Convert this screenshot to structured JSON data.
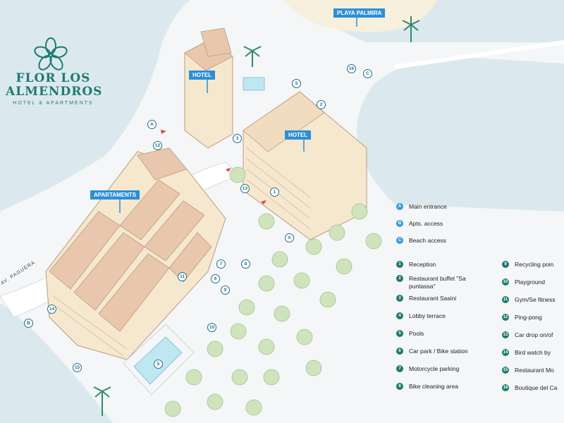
{
  "brand": {
    "name_line1": "FLOR LOS",
    "name_line2": "ALMENDROS",
    "subtitle": "HOTEL & APARTMENTS",
    "color": "#1e7a73"
  },
  "colors": {
    "sea": "#dbe9ee",
    "land": "#f4f6f7",
    "hotel": "#f6e7cf",
    "roof": "#e9c7ad",
    "tree": "#cfe3bd",
    "pool": "#bfe7f1",
    "label_bg": "#2c8fd6"
  },
  "labels": {
    "hotel_small": "HOTEL",
    "hotel_main": "HOTEL",
    "apartments": "APARTAMENTS",
    "beach": "PLAYA PALMIRA"
  },
  "street_name": "AV. PAGUERA",
  "map_markers": [
    {
      "id": "A",
      "kind": "letter"
    },
    {
      "id": "12",
      "kind": "number"
    },
    {
      "id": "3",
      "kind": "number"
    },
    {
      "id": "5",
      "kind": "number"
    },
    {
      "id": "2",
      "kind": "number"
    },
    {
      "id": "16",
      "kind": "number"
    },
    {
      "id": "C",
      "kind": "letter"
    },
    {
      "id": "13",
      "kind": "number"
    },
    {
      "id": "1",
      "kind": "number"
    },
    {
      "id": "A",
      "kind": "letter"
    },
    {
      "id": "7",
      "kind": "number"
    },
    {
      "id": "8",
      "kind": "number"
    },
    {
      "id": "11",
      "kind": "number"
    },
    {
      "id": "6",
      "kind": "number"
    },
    {
      "id": "9",
      "kind": "number"
    },
    {
      "id": "10",
      "kind": "number"
    },
    {
      "id": "14",
      "kind": "number"
    },
    {
      "id": "B",
      "kind": "letter"
    },
    {
      "id": "15",
      "kind": "number"
    },
    {
      "id": "5",
      "kind": "number"
    }
  ],
  "legend_access": [
    {
      "key": "A",
      "label": "Main entrance"
    },
    {
      "key": "B",
      "label": "Apts. access"
    },
    {
      "key": "C",
      "label": "Beach access"
    }
  ],
  "legend_col1": [
    {
      "key": "1",
      "label": "Reception"
    },
    {
      "key": "2",
      "label": "Restaurant buffet \"Sa puntassa\""
    },
    {
      "key": "3",
      "label": "Restaurant Sasini"
    },
    {
      "key": "4",
      "label": "Lobby terrace"
    },
    {
      "key": "5",
      "label": "Pools"
    },
    {
      "key": "6",
      "label": "Car park / Bike station"
    },
    {
      "key": "7",
      "label": "Motorcycle parking"
    },
    {
      "key": "8",
      "label": "Bike cleaning area"
    }
  ],
  "legend_col2": [
    {
      "key": "9",
      "label": "Recycling poin"
    },
    {
      "key": "10",
      "label": "Playground"
    },
    {
      "key": "11",
      "label": "Gym/Se fitness"
    },
    {
      "key": "12",
      "label": "Ping-pong"
    },
    {
      "key": "13",
      "label": "Car drop on/of"
    },
    {
      "key": "14",
      "label": "Bird watch by"
    },
    {
      "key": "15",
      "label": "Restaurant Mo"
    },
    {
      "key": "16",
      "label": "Boutique del Ca"
    }
  ]
}
